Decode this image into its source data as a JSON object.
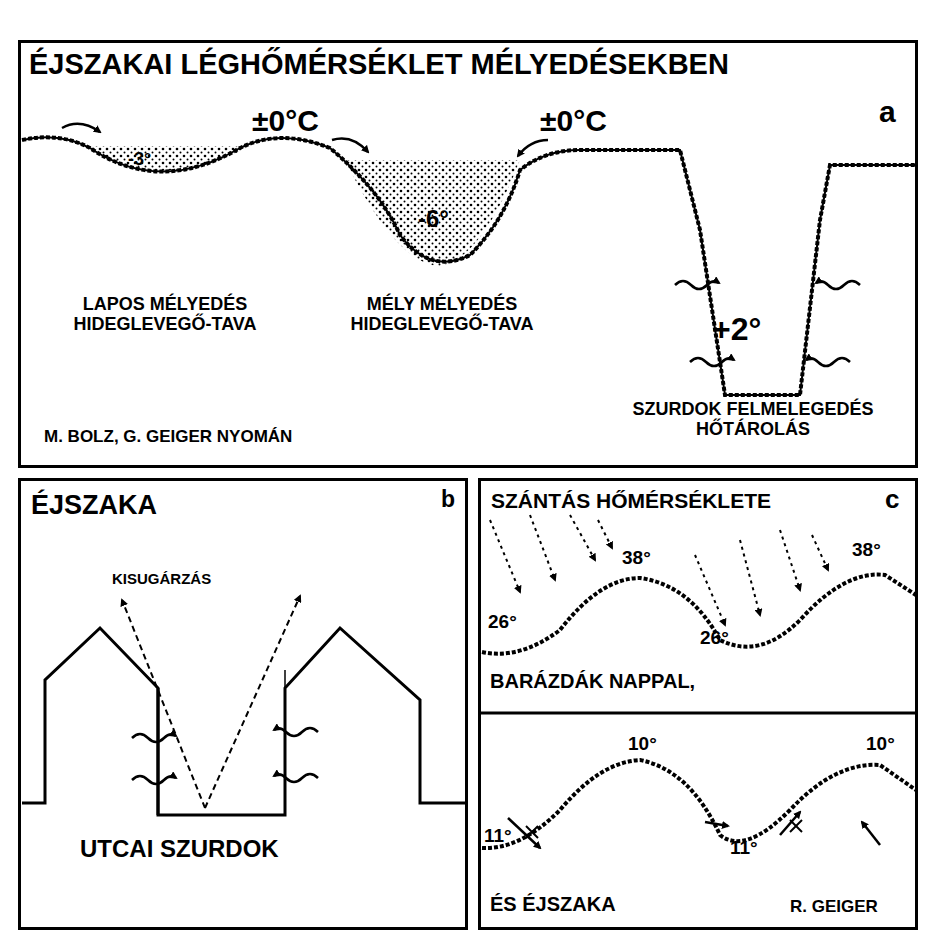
{
  "diagram": {
    "nodes": [
      {
        "text": [
          "ÉJSZAKAI LÉGHŐMÉRSÉKLET MÉLYEDÉSEKBEN",
          "a"
        ]
      },
      {
        "text": [
          "ÉJSZAKA",
          "b"
        ]
      },
      {
        "text": [
          "SZÁNTÁS HŐMÉRSÉKLETE",
          "c"
        ]
      }
    ],
    "labels": [
      "-3°",
      "±0°C",
      "±0°C",
      "-6°",
      "+2°",
      "LAPOS MÉLYEDÉS HIDEGLEVEGŐ-TAVA",
      "MÉLY MÉLYEDÉS HIDEGLEVEGŐ-TAVA",
      "SZURDOK FELMELEGEDÉS HŐTÁROLÁS",
      "M. BOLZ, G. GEIGER NYOMÁN",
      "KISUGÁRZÁS",
      "UTCAI SZURDOK",
      "26°",
      "38°",
      "26°",
      "38°",
      "BARÁZDÁK NAPPAL,",
      "11°",
      "10°",
      "11°",
      "10°",
      "ÉS ÉJSZAKA",
      "R. GEIGER"
    ]
  }
}
